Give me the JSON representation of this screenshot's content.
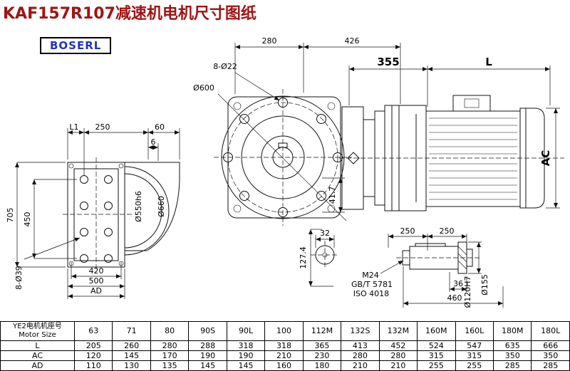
{
  "page": {
    "title": "KAF157R107减速机电机尺寸图纸",
    "brand": "BOSERL"
  },
  "drawing": {
    "front_view": {
      "l1": "L1",
      "d250": "250",
      "d60": "60",
      "d6": "6",
      "d705": "705",
      "d450": "450",
      "d420": "420",
      "d500": "500",
      "ad": "AD",
      "holes": "8-Ø39",
      "d550": "Ø550h6",
      "d660": "Ø660"
    },
    "flange_view": {
      "d280": "280",
      "d426": "426",
      "holes": "8-Ø22",
      "d600": "Ø600",
      "d41_7": "41.7",
      "d32": "32",
      "d127_4": "127.4"
    },
    "side_view": {
      "d355": "355",
      "L": "L",
      "AC": "AC"
    },
    "shaft_view": {
      "d250a": "250",
      "d250b": "250",
      "m24": "M24",
      "gbt": "GB/T 5781",
      "iso": "ISO 4018",
      "d36": "36",
      "d460": "460",
      "d120": "Ø120H7",
      "d155": "Ø155"
    }
  },
  "table": {
    "header_cn": "YE2电机机座号",
    "header_en": "Motor Size",
    "sizes": [
      "63",
      "71",
      "80",
      "90S",
      "90L",
      "100",
      "112M",
      "132S",
      "132M",
      "160M",
      "160L",
      "180M",
      "180L"
    ],
    "rows": [
      {
        "label": "L",
        "values": [
          "205",
          "260",
          "280",
          "288",
          "318",
          "318",
          "365",
          "413",
          "452",
          "524",
          "547",
          "635",
          "666"
        ]
      },
      {
        "label": "AC",
        "values": [
          "120",
          "145",
          "170",
          "190",
          "190",
          "210",
          "230",
          "280",
          "280",
          "315",
          "315",
          "350",
          "350"
        ]
      },
      {
        "label": "AD",
        "values": [
          "110",
          "130",
          "135",
          "145",
          "145",
          "160",
          "180",
          "210",
          "210",
          "255",
          "255",
          "285",
          "285"
        ]
      }
    ]
  }
}
